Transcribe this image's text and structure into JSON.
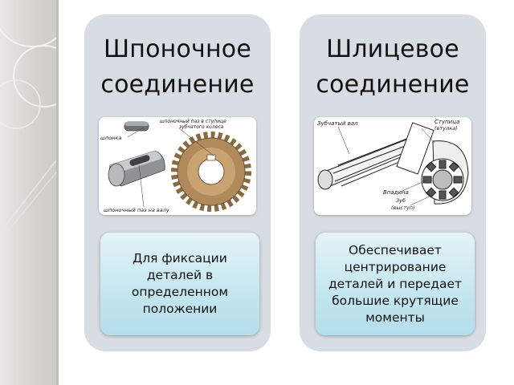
{
  "slide": {
    "left_panel": {
      "title_lines": [
        "Шпоночное",
        "соединение"
      ],
      "image_labels": {
        "key": "шпонка",
        "hub_slot_line1": "шпоночный паз в ступице",
        "hub_slot_line2": "зубчатого колеса",
        "shaft_slot": "шпоночный паз на валу"
      },
      "caption_lines": [
        "Для фиксации",
        "деталей в",
        "определенном",
        "положении"
      ]
    },
    "right_panel": {
      "title_lines": [
        "Шлицевое",
        "соединение"
      ],
      "image_labels": {
        "toothed_shaft": "Зубчатый вал",
        "hub_line1": "Ступица",
        "hub_line2": "(втулка)",
        "groove": "Впадина",
        "tooth_line1": "Зуб",
        "tooth_line2": "(выступ)"
      },
      "caption_lines": [
        "Обеспечивает",
        "центрирование",
        "деталей и передает",
        "большие крутящие",
        "моменты"
      ]
    }
  },
  "colors": {
    "panel_bg": "#d8dde3",
    "caption_gradient_top": "#e4f3f7",
    "caption_gradient_bottom": "#b3deea",
    "gear": "#b08a5a",
    "left_strip": "#d6d3cf"
  }
}
